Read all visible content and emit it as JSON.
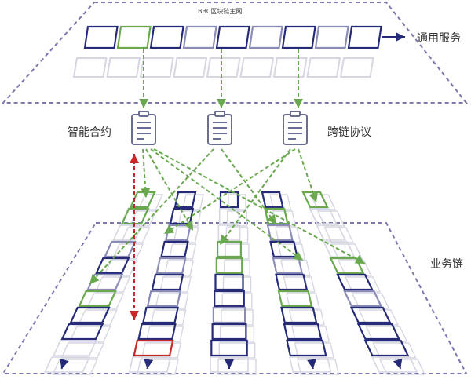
{
  "top_plane": {
    "title": "BBC区块链主网",
    "service_label": "通用服务"
  },
  "middle": {
    "left_label": "智能合约",
    "right_label": "跨链协议",
    "doc_icons": [
      "contract-document-icon",
      "contract-document-icon",
      "protocol-document-icon"
    ]
  },
  "bottom_plane": {
    "label": "业务链"
  },
  "colors": {
    "plane_border": "#7b78b0",
    "block_navy": "#262b78",
    "block_mid": "#8a8bb6",
    "block_light": "#d5d6e2",
    "highlight_green": "#6aa84f",
    "highlight_red": "#c62828"
  }
}
